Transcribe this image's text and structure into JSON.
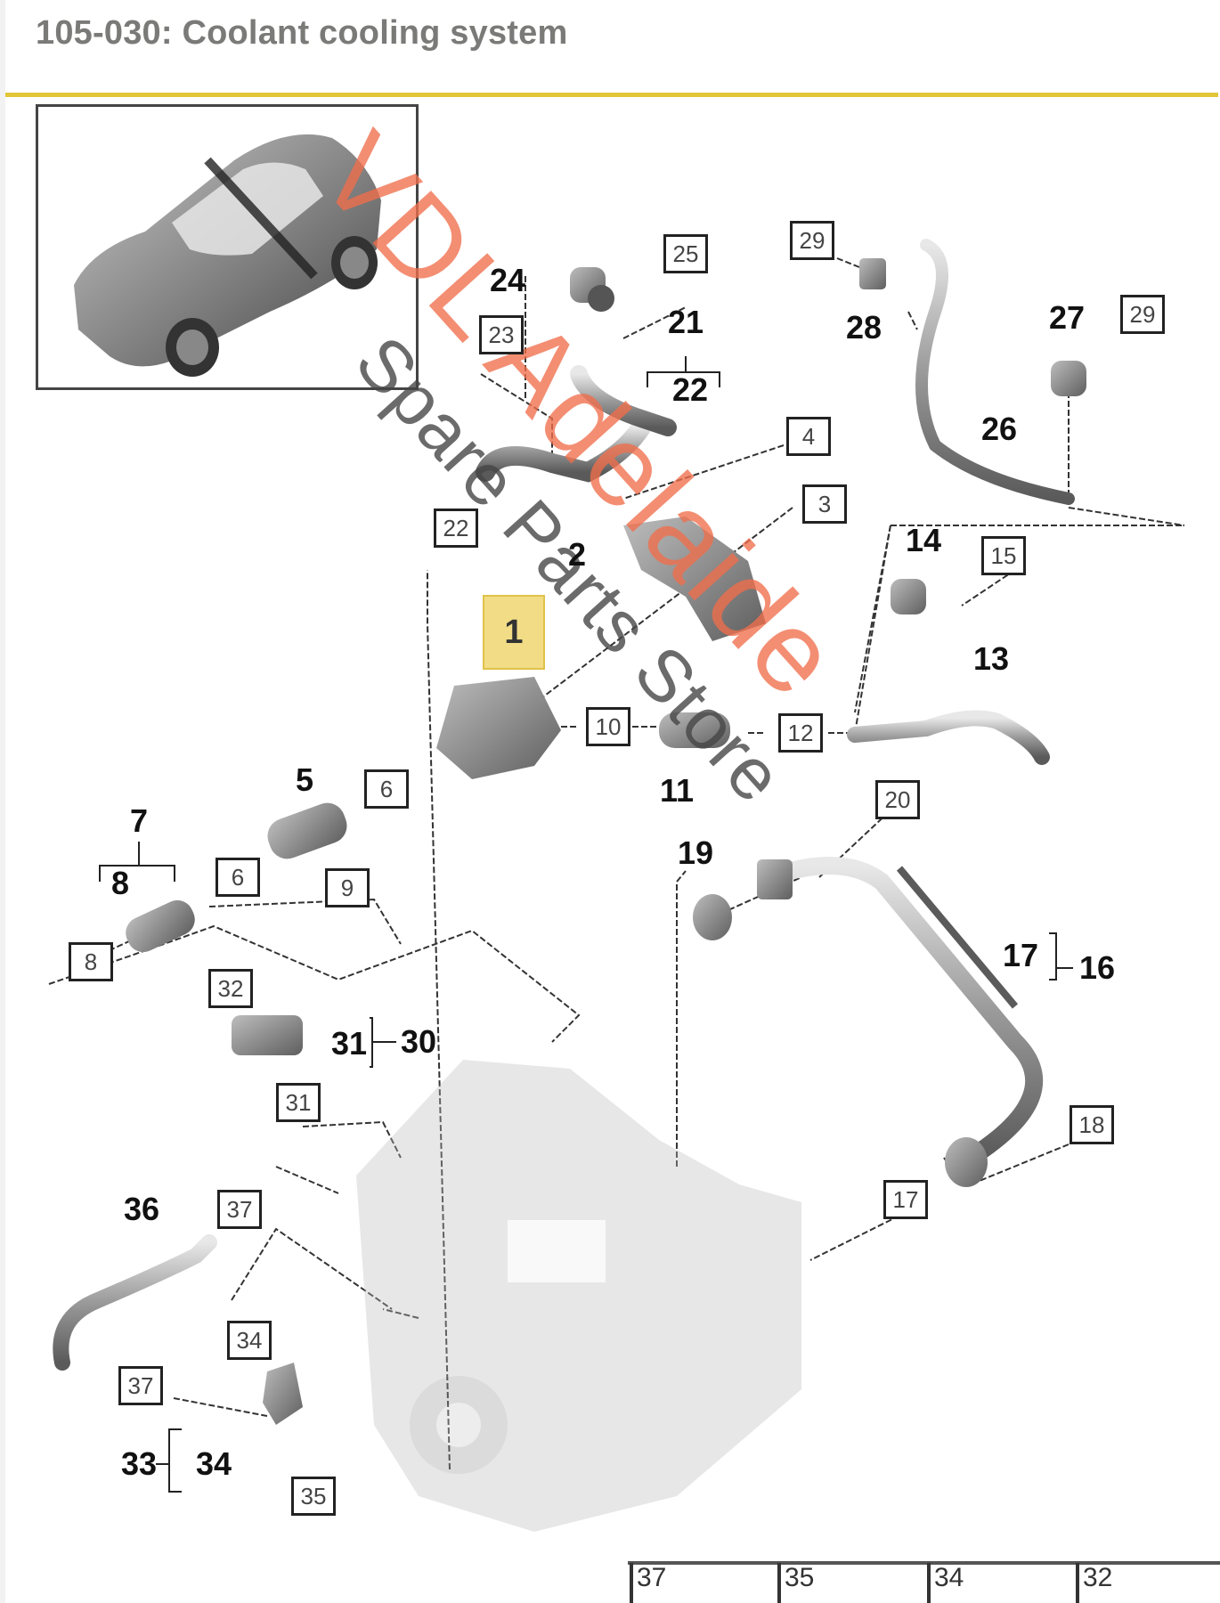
{
  "page": {
    "title": "105-030: Coolant cooling system",
    "accent_color": "#e2c63a",
    "highlight_color": "#f2dd86"
  },
  "watermark": {
    "brand": "VDL Adelaide",
    "subtitle": "Spare Parts Store",
    "brand_color": "#f06e4b"
  },
  "overview_image": {
    "subject": "vehicle-silhouette",
    "description": "SUV overview with section marker"
  },
  "diagram": {
    "highlighted_part": "1",
    "labels": [
      {
        "id": "24",
        "style": "bold"
      },
      {
        "id": "25",
        "style": "boxed"
      },
      {
        "id": "23",
        "style": "boxed"
      },
      {
        "id": "21",
        "style": "bold"
      },
      {
        "id": "22",
        "style": "bold-bracket"
      },
      {
        "id": "29",
        "style": "boxed"
      },
      {
        "id": "28",
        "style": "bold"
      },
      {
        "id": "27",
        "style": "bold"
      },
      {
        "id": "29",
        "style": "boxed"
      },
      {
        "id": "26",
        "style": "bold"
      },
      {
        "id": "4",
        "style": "boxed"
      },
      {
        "id": "3",
        "style": "boxed"
      },
      {
        "id": "22",
        "style": "boxed"
      },
      {
        "id": "2",
        "style": "bold"
      },
      {
        "id": "1",
        "style": "highlighted"
      },
      {
        "id": "14",
        "style": "bold"
      },
      {
        "id": "15",
        "style": "boxed"
      },
      {
        "id": "13",
        "style": "bold"
      },
      {
        "id": "10",
        "style": "boxed"
      },
      {
        "id": "12",
        "style": "boxed"
      },
      {
        "id": "11",
        "style": "bold"
      },
      {
        "id": "20",
        "style": "boxed"
      },
      {
        "id": "19",
        "style": "bold"
      },
      {
        "id": "5",
        "style": "bold"
      },
      {
        "id": "6",
        "style": "boxed"
      },
      {
        "id": "7",
        "style": "bold"
      },
      {
        "id": "8",
        "style": "bold-bracket"
      },
      {
        "id": "6",
        "style": "boxed"
      },
      {
        "id": "9",
        "style": "boxed"
      },
      {
        "id": "8",
        "style": "boxed"
      },
      {
        "id": "32",
        "style": "boxed"
      },
      {
        "id": "31",
        "style": "bold-bracket"
      },
      {
        "id": "30",
        "style": "bold"
      },
      {
        "id": "31",
        "style": "boxed"
      },
      {
        "id": "17",
        "style": "bold-bracket"
      },
      {
        "id": "16",
        "style": "bold"
      },
      {
        "id": "18",
        "style": "boxed"
      },
      {
        "id": "17",
        "style": "boxed"
      },
      {
        "id": "36",
        "style": "bold"
      },
      {
        "id": "37",
        "style": "boxed"
      },
      {
        "id": "34",
        "style": "boxed"
      },
      {
        "id": "37",
        "style": "boxed"
      },
      {
        "id": "33",
        "style": "bold"
      },
      {
        "id": "34",
        "style": "bold-bracket"
      },
      {
        "id": "35",
        "style": "boxed"
      }
    ]
  },
  "bottom_strip": [
    "37",
    "35",
    "34",
    "32"
  ]
}
